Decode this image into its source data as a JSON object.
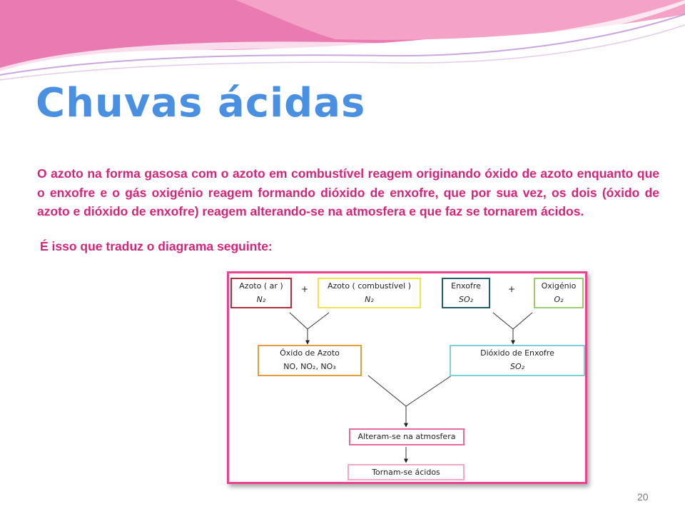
{
  "slide": {
    "title": "Chuvas ácidas",
    "paragraph": "O azoto na forma gasosa com o azoto em combustível reagem originando óxido de azoto enquanto que o enxofre e o gás oxigénio reagem formando dióxido de enxofre, que por sua vez, os dois (óxido de azoto e dióxido de enxofre) reagem alterando-se na atmosfera e que faz se tornarem ácidos.",
    "intro": "É isso que traduz o diagrama seguinte:",
    "page_number": "20"
  },
  "diagram": {
    "plus": "+",
    "nodes": {
      "azoto_ar": {
        "label": "Azoto ( ar )",
        "formula": "N₂",
        "color": "#b03040"
      },
      "azoto_comb": {
        "label": "Azoto ( combustível )",
        "formula": "N₂",
        "color": "#f2e24a"
      },
      "enxofre": {
        "label": "Enxofre",
        "formula": "SO₂",
        "color": "#1f5f6e"
      },
      "oxigenio": {
        "label": "Oxigénio",
        "formula": "O₂",
        "color": "#9acb6a"
      },
      "oxido_azoto": {
        "label": "Óxido de Azoto",
        "formula": "NO, NO₂, NO₃",
        "color": "#e0a040"
      },
      "dioxido_enxofre": {
        "label": "Dióxido de Enxofre",
        "formula": "SO₂",
        "color": "#7fd0dc"
      },
      "alteram": {
        "label": "Alteram-se na atmosfera",
        "color": "#e86aa0"
      },
      "tornam": {
        "label": "Tornam-se ácidos",
        "color": "#f0a8c8"
      }
    }
  }
}
